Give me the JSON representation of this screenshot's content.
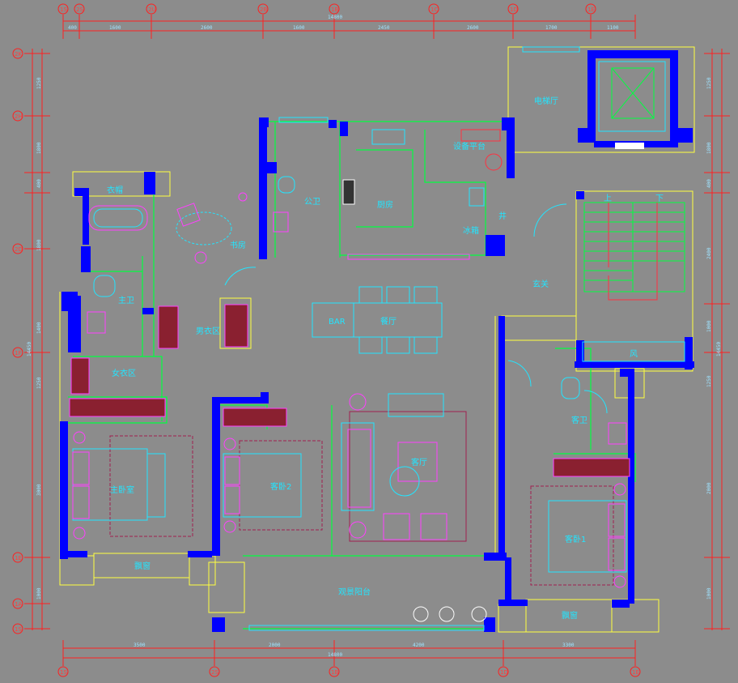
{
  "plan": {
    "rooms": {
      "cloakroom": "衣帽",
      "guest_bath": "公卫",
      "kitchen": "厨房",
      "equipment_platform": "设备平台",
      "elevator_hall": "电梯厅",
      "study": "书房",
      "fridge": "冰箱",
      "well": "井",
      "foyer": "玄关",
      "master_bath": "主卫",
      "men_closet": "男衣区",
      "bar": "BAR",
      "dining": "餐厅",
      "women_closet": "女衣区",
      "guest_bath2": "客卫",
      "living": "客厅",
      "master_bedroom": "主卧室",
      "guest_room2": "客卧2",
      "guest_room1": "客卧1",
      "bay_window_left": "飘窗",
      "bay_window_right": "飘窗",
      "balcony": "观景阳台",
      "stair_up": "上",
      "stair_down": "下",
      "wind": "风"
    },
    "top_dimensions": [
      "400",
      "1600",
      "2600",
      "1600",
      "2450",
      "2600",
      "1700",
      "1100"
    ],
    "top_total": "14800",
    "bottom_dimensions": [
      "3500",
      "2000",
      "4200",
      "3300"
    ],
    "bottom_total": "14800",
    "left_dimensions": [
      "1250",
      "1800",
      "400",
      "1800",
      "1400",
      "1250",
      "3000",
      "1000"
    ],
    "left_total": "14450",
    "right_dimensions": [
      "1250",
      "1800",
      "400",
      "2400",
      "1000",
      "1250",
      "2000",
      "1000"
    ],
    "right_total": "14450",
    "grid_top": [
      "1S",
      "2S",
      "2U",
      "2B",
      "1B",
      "1C",
      "1D",
      "1E"
    ],
    "grid_bottom": [
      "1S",
      "2S",
      "1B",
      "1D",
      "1E"
    ],
    "grid_left": [
      "2K",
      "2H",
      "2D",
      "1F",
      "1E",
      "1A",
      "1S"
    ]
  },
  "colors": {
    "background": "#8c8c8c",
    "wall": "#0000ff",
    "dimension": "#ff2020",
    "cyan": "#22e5ff",
    "yellow": "#ffff40",
    "green": "#00ff40",
    "magenta": "#ff40ff",
    "furniture_brown": "#8a2030"
  }
}
